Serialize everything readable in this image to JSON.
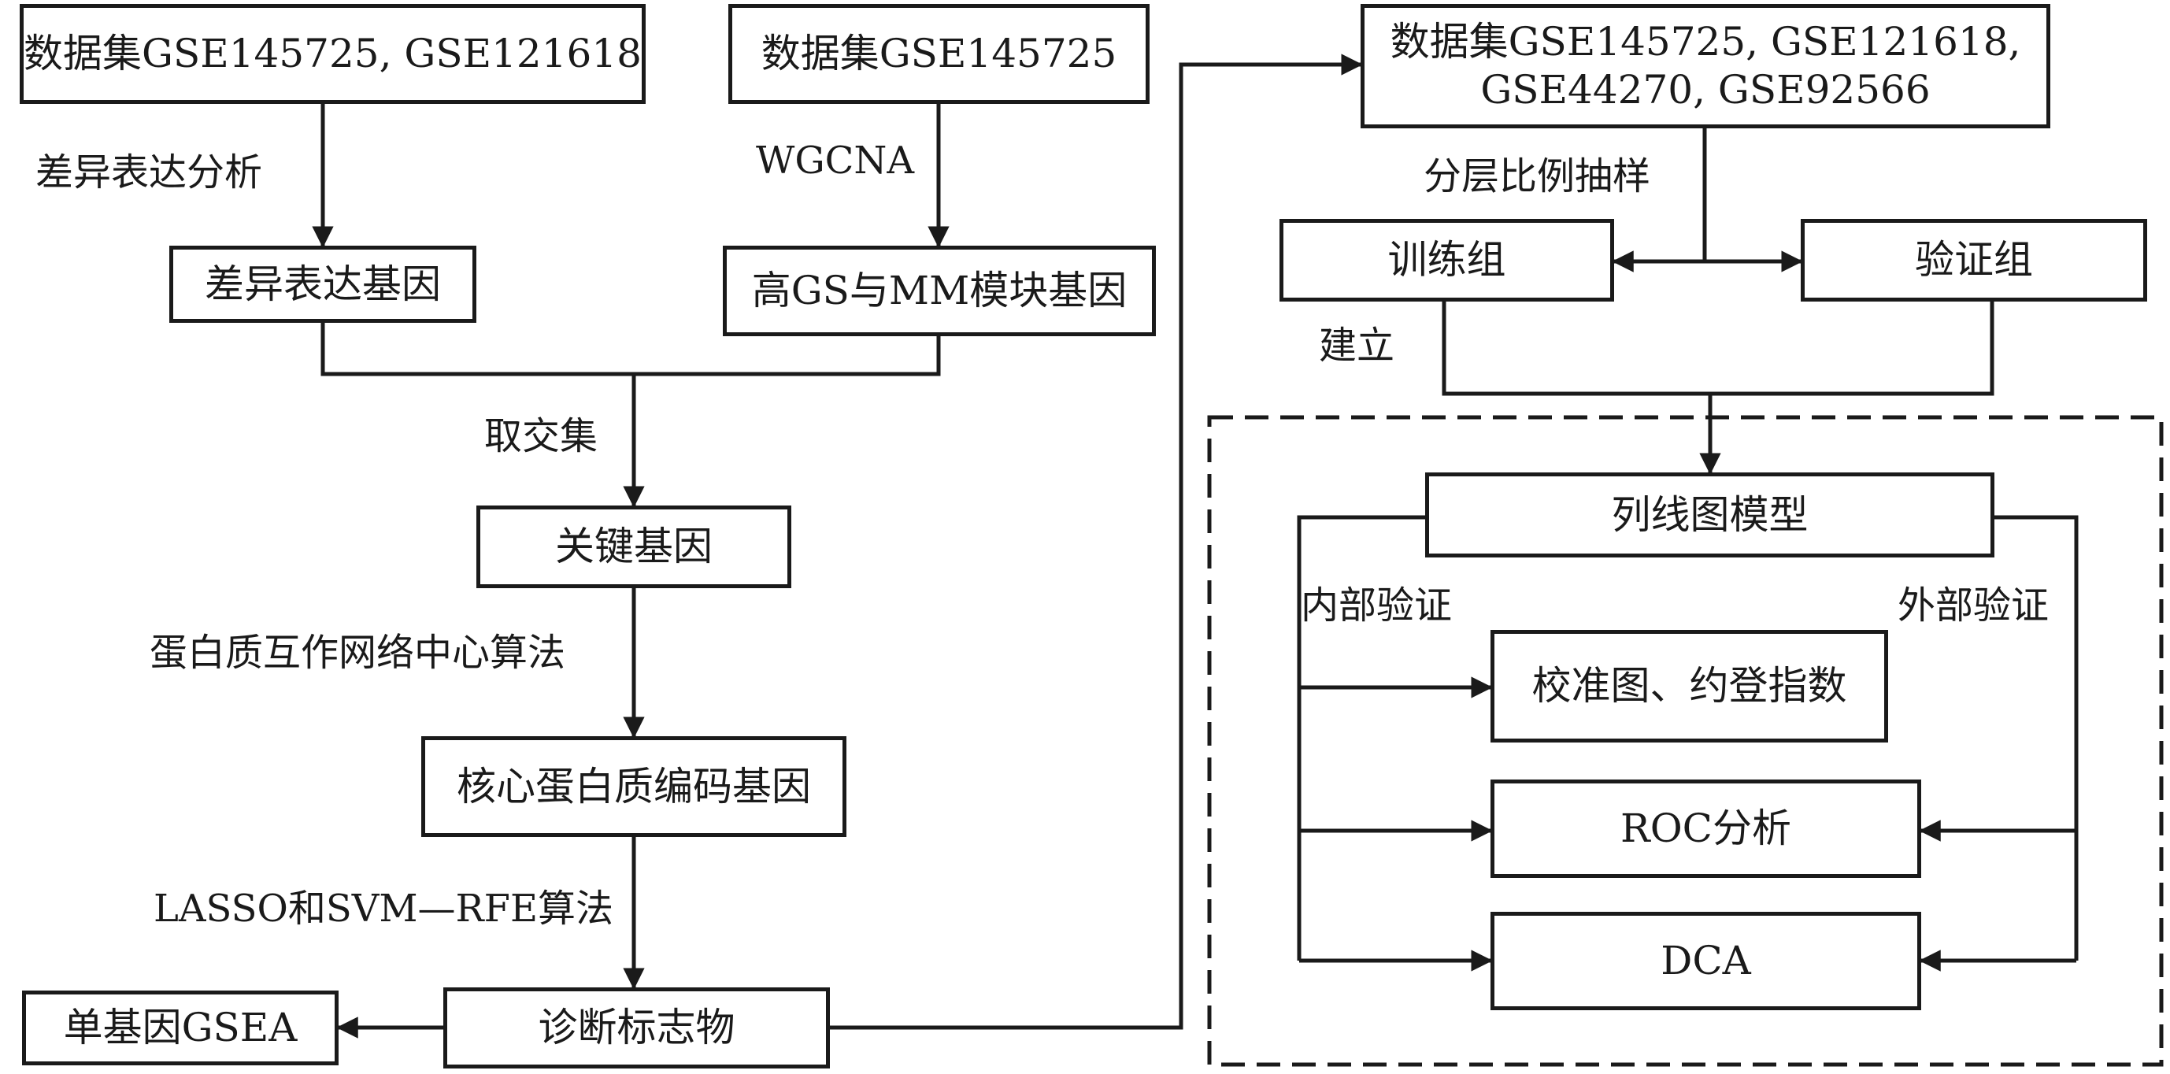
{
  "left": {
    "datasets_a": "数据集GSE145725, GSE121618",
    "datasets_b": "数据集GSE145725",
    "diff_expr_analysis": "差异表达分析",
    "wgcna": "WGCNA",
    "diff_expr_genes": "差异表达基因",
    "gs_mm_genes": "高GS与MM模块基因",
    "intersection": "取交集",
    "key_genes": "关键基因",
    "ppi_algorithm": "蛋白质互作网络中心算法",
    "hub_genes": "核心蛋白质编码基因",
    "lasso_svm": "LASSO和SVM—RFE算法",
    "biomarkers": "诊断标志物",
    "single_gene_gsea": "单基因GSEA"
  },
  "right": {
    "datasets_all": "数据集GSE145725, GSE121618,\nGSE44270, GSE92566",
    "stratified_sampling": "分层比例抽样",
    "training_group": "训练组",
    "validation_group": "验证组",
    "build": "建立",
    "nomogram": "列线图模型",
    "internal_validation": "内部验证",
    "external_validation": "外部验证",
    "calibration": "校准图、约登指数",
    "roc": "ROC分析",
    "dca": "DCA"
  }
}
